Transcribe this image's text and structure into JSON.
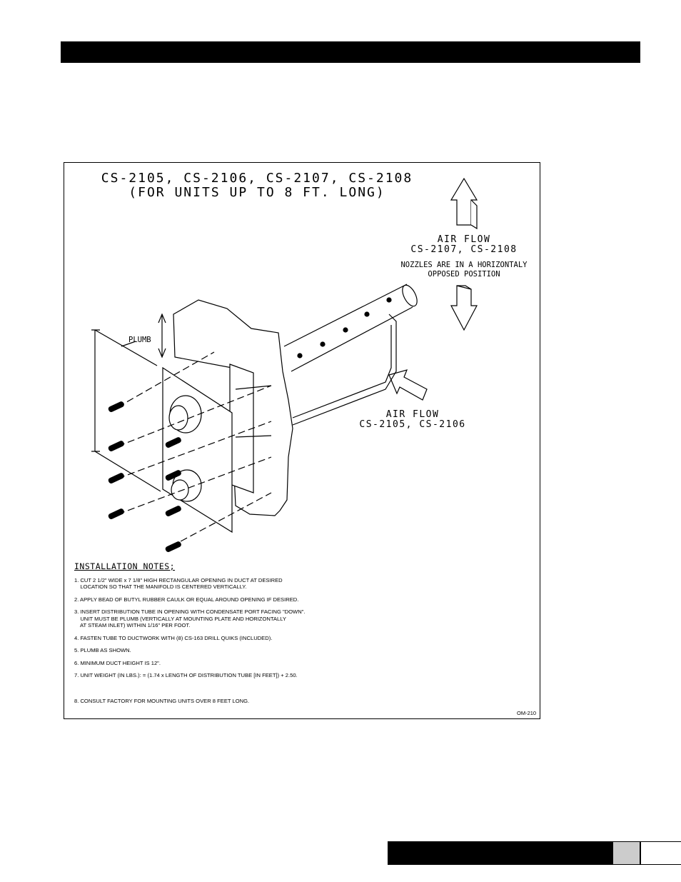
{
  "drawing": {
    "title_line1": "CS-2105, CS-2106, CS-2107, CS-2108",
    "title_line2": "(FOR UNITS UP TO 8 FT. LONG)",
    "airflow_top_label": "AIR FLOW",
    "airflow_top_models": "CS-2107, CS-2108",
    "nozzles_line1": "NOZZLES ARE IN A HORIZONTALY",
    "nozzles_line2": "OPPOSED POSITION",
    "airflow_bottom_label": "AIR FLOW",
    "airflow_bottom_models": "CS-2105, CS-2106",
    "plumb_label": "PLUMB",
    "drawing_code": "OM-210"
  },
  "notes": {
    "heading": "INSTALLATION NOTES;",
    "items": [
      "1. CUT 2 1/2\" WIDE x 7 1/8\" HIGH RECTANGULAR OPENING IN DUCT AT DESIRED\n    LOCATION SO THAT THE MANIFOLD IS CENTERED VERTICALLY.",
      "2. APPLY BEAD OF BUTYL RUBBER CAULK OR EQUAL AROUND OPENING IF DESIRED.",
      "3. INSERT DISTRIBUTION TUBE IN OPENING WITH CONDENSATE PORT FACING \"DOWN\".\n    UNIT MUST BE PLUMB (VERTICALLY AT MOUNTING PLATE AND HORIZONTALLY\n    AT STEAM INLET) WITHIN 1/16\" PER FOOT.",
      "4. FASTEN TUBE TO DUCTWORK WITH (8) CS-163 DRILL QUIKS (INCLUDED).",
      "5. PLUMB AS SHOWN.",
      "6. MINIMUM DUCT HEIGHT IS 12\".",
      "7. UNIT WEIGHT (IN LBS.): = (1.74 x LENGTH OF DISTRIBUTION TUBE [IN FEET]) + 2.50.",
      "8. CONSULT FACTORY FOR MOUNTING UNITS OVER 8 FEET LONG."
    ]
  }
}
